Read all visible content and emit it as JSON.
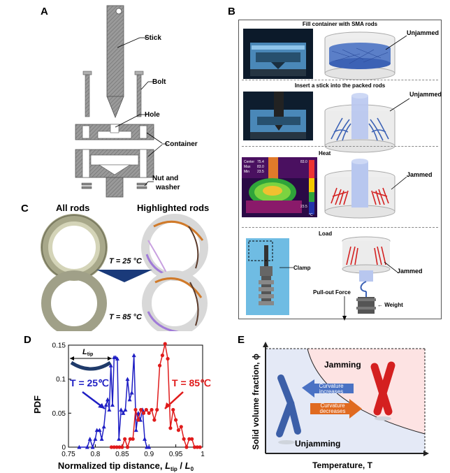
{
  "panels": {
    "A": {
      "label": "A",
      "callouts": [
        "Stick",
        "Bolt",
        "Hole",
        "Container",
        "Nut and",
        "washer"
      ]
    },
    "B": {
      "label": "B",
      "rows": [
        {
          "title": "Fill container with SMA rods",
          "tag": "Unjammed"
        },
        {
          "title": "Insert a stick into the packed rods",
          "tag": "Unjammed"
        },
        {
          "title": "Heat",
          "tag": "Jammed"
        },
        {
          "title": "Load",
          "tag": "Jammed"
        }
      ],
      "thermal": {
        "center_label": "Center",
        "center_val": "75.4",
        "max_label": "Max",
        "max_val": "83.0",
        "min_label": "Min",
        "min_val": "23.5",
        "scale_top": "83.0",
        "scale_bottom": "23.5",
        "unit": "°C"
      },
      "load_labels": {
        "clamp": "Clamp",
        "pullout": "Pull-out Force",
        "weight": "← Weight",
        "jammed": "Jammed"
      }
    },
    "C": {
      "label": "C",
      "left_title": "All rods",
      "right_title": "Highlighted rods",
      "top_temp": "T = 25 °C",
      "bottom_temp": "T = 85 °C"
    },
    "D": {
      "label": "D",
      "ltip_label": "Ltip",
      "series_labels": [
        "T = 25℃",
        "T = 85℃"
      ]
    },
    "E": {
      "label": "E",
      "xlabel": "Temperature, T",
      "ylabel": "Solid volume fraction, ϕ",
      "jamming": "Jamming",
      "unjamming": "Unjamming",
      "arrow1": "Curvature increases",
      "arrow2": "Curvature decreases"
    }
  },
  "colors": {
    "blue": "#1f1fc4",
    "red": "#e01b1b",
    "jam_bg": "#fde3e3",
    "unjam_bg": "#e4e9f6"
  },
  "chart_data": {
    "type": "line",
    "xlabel": "Normalized tip distance, Ltip / L0",
    "ylabel": "PDF",
    "xlim": [
      0.75,
      1.0
    ],
    "ylim": [
      0,
      0.15
    ],
    "xticks": [
      "0.75",
      "0.8",
      "0.85",
      "0.9",
      "0.95",
      "1"
    ],
    "yticks": [
      "0",
      "0.05",
      "0.1",
      "0.15"
    ],
    "series": [
      {
        "name": "T = 25℃",
        "color": "#1f1fc4",
        "marker": "triangle",
        "x": [
          0.77,
          0.785,
          0.79,
          0.795,
          0.8,
          0.803,
          0.808,
          0.812,
          0.816,
          0.82,
          0.823,
          0.826,
          0.829,
          0.832,
          0.835,
          0.838,
          0.841,
          0.844,
          0.848,
          0.852,
          0.856,
          0.86,
          0.864,
          0.868,
          0.872,
          0.876,
          0.88,
          0.884,
          0.888,
          0.892,
          0.896,
          0.9
        ],
        "y": [
          0.0,
          0.0,
          0.012,
          0.0,
          0.012,
          0.025,
          0.025,
          0.012,
          0.03,
          0.062,
          0.07,
          0.055,
          0.12,
          0.062,
          0.132,
          0.132,
          0.13,
          0.012,
          0.055,
          0.05,
          0.055,
          0.1,
          0.07,
          0.08,
          0.135,
          0.025,
          0.05,
          0.04,
          0.055,
          0.012,
          0.0,
          0.0
        ]
      },
      {
        "name": "T = 85℃",
        "color": "#e01b1b",
        "marker": "circle",
        "x": [
          0.83,
          0.835,
          0.84,
          0.845,
          0.85,
          0.855,
          0.86,
          0.865,
          0.87,
          0.875,
          0.88,
          0.885,
          0.89,
          0.895,
          0.9,
          0.905,
          0.91,
          0.915,
          0.92,
          0.925,
          0.93,
          0.935,
          0.94,
          0.945,
          0.95,
          0.955,
          0.96,
          0.965,
          0.97,
          0.975,
          0.98,
          0.985,
          0.99,
          0.995
        ],
        "y": [
          0.0,
          0.0,
          0.0,
          0.0,
          0.0,
          0.012,
          0.0,
          0.012,
          0.012,
          0.055,
          0.04,
          0.055,
          0.05,
          0.055,
          0.05,
          0.055,
          0.04,
          0.055,
          0.12,
          0.135,
          0.152,
          0.13,
          0.028,
          0.055,
          0.04,
          0.025,
          0.03,
          0.012,
          0.0,
          0.012,
          0.012,
          0.0,
          0.0,
          0.0
        ]
      }
    ]
  }
}
